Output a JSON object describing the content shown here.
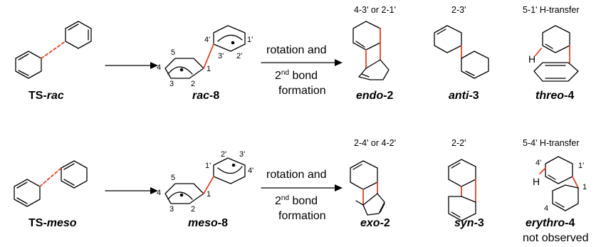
{
  "top": {
    "ts": {
      "prefix": "TS-",
      "italic": "rac"
    },
    "inter": {
      "italic": "rac",
      "suffix": "-8",
      "atoms": [
        "4",
        "5",
        "1",
        "3",
        "2",
        "4'",
        "1'",
        "3'",
        "2'"
      ]
    },
    "arrow": {
      "line1": "rotation and",
      "line2_sup": "nd",
      "line2_pre": "2",
      "line2_post": " bond",
      "line3": "formation"
    },
    "p1": {
      "caption": "4-3' or 2-1'",
      "italic": "endo",
      "suffix": "-2"
    },
    "p2": {
      "caption": "2-3'",
      "italic": "anti",
      "suffix": "-3"
    },
    "p3": {
      "caption": "5-1' H-transfer",
      "italic": "threo",
      "suffix": "-4",
      "h": "H"
    }
  },
  "bottom": {
    "ts": {
      "prefix": "TS-",
      "italic": "meso"
    },
    "inter": {
      "italic": "meso",
      "suffix": "-8",
      "atoms": [
        "4",
        "5",
        "1",
        "3",
        "2",
        "1'",
        "2'",
        "3'",
        "4'"
      ]
    },
    "arrow": {
      "line1": "rotation and",
      "line2_sup": "nd",
      "line2_pre": "2",
      "line2_post": " bond",
      "line3": "formation"
    },
    "p1": {
      "caption": "2-4' or 4-2'",
      "italic": "exo",
      "suffix": "-2"
    },
    "p2": {
      "caption": "2-2'",
      "italic": "syn",
      "suffix": "-3"
    },
    "p3": {
      "caption": "5-4' H-transfer",
      "italic": "erythro",
      "suffix": "-4",
      "h": "H",
      "atoms": [
        "4'",
        "1'",
        "1",
        "4"
      ],
      "note": "not observed"
    }
  }
}
